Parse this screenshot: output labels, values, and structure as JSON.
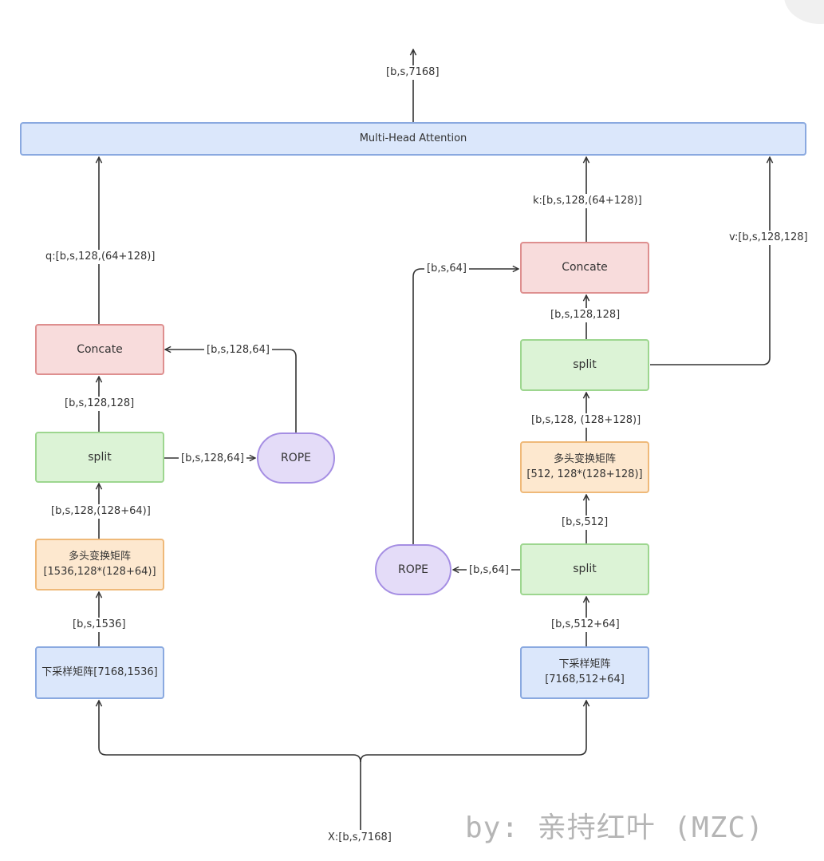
{
  "nodes": {
    "mha": "Multi-Head Attention",
    "q_concat": "Concate",
    "q_split": "split",
    "q_rope": "ROPE",
    "q_up": "多头变换矩阵\n[1536,128*(128+64)]",
    "q_down": "下采样矩阵[7168,1536]",
    "kv_concat": "Concate",
    "kv_split_top": "split",
    "kv_up": "多头变换矩阵\n[512, 128*(128+128)]",
    "kv_split_bottom": "split",
    "k_rope": "ROPE",
    "kv_down": "下采样矩阵\n[7168,512+64]"
  },
  "labels": {
    "output": "[b,s,7168]",
    "input": "X:[b,s,7168]",
    "q_out": "q:[b,s,128,(64+128)]",
    "q_rope_to_concat": "[b,s,128,64]",
    "q_split_to_concat": "[b,s,128,128]",
    "q_split_to_rope": "[b,s,128,64]",
    "q_up_to_split": "[b,s,128,(128+64)]",
    "q_down_to_up": "[b,s,1536]",
    "k_out": "k:[b,s,128,(64+128)]",
    "v_out": "v:[b,s,128,128]",
    "k_rope_to_concat": "[b,s,64]",
    "kv_split_to_concat": "[b,s,128,128]",
    "kv_up_to_split": "[b,s,128, (128+128)]",
    "kv_split_to_up": "[b,s,512]",
    "kv_split_to_rope": "[b,s,64]",
    "kv_down_to_split": "[b,s,512+64]"
  },
  "signature": "by: 亲持红叶 (MZC)",
  "colors": {
    "blue": "#dbe7fb",
    "green": "#dcf3d6",
    "red": "#f8dcdc",
    "orange": "#fde8cf",
    "purple": "#e4dcf8",
    "line": "#333333"
  }
}
